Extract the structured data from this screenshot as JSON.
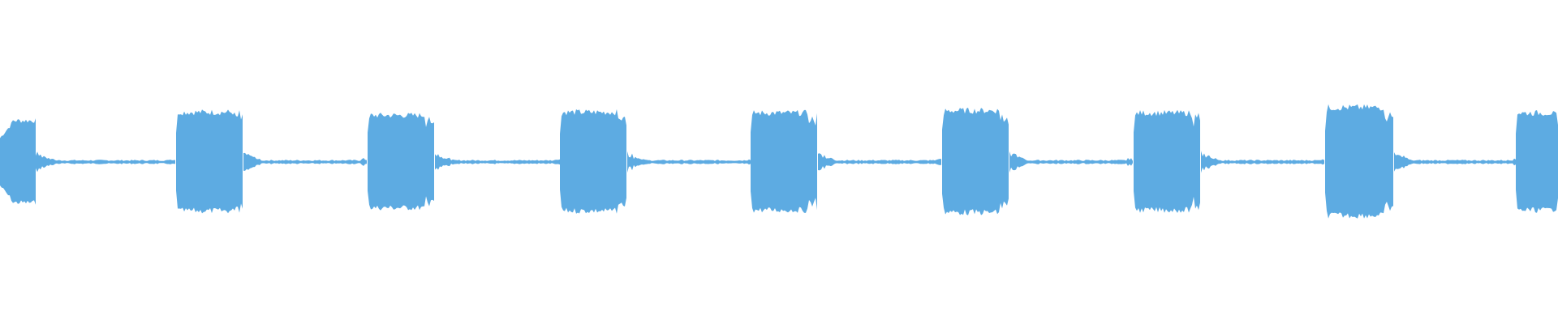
{
  "waveform": {
    "color": "#5dabe2",
    "background": "#ffffff",
    "segments": [
      {
        "type": "tail",
        "level": 0.56
      },
      {
        "type": "silence",
        "level": 0.02
      },
      {
        "type": "burst",
        "level": 0.64
      },
      {
        "type": "silence",
        "level": 0.02
      },
      {
        "type": "burst",
        "level": 0.6
      },
      {
        "type": "silence",
        "level": 0.02
      },
      {
        "type": "burst",
        "level": 0.64
      },
      {
        "type": "silence",
        "level": 0.02
      },
      {
        "type": "burst",
        "level": 0.63
      },
      {
        "type": "silence",
        "level": 0.02
      },
      {
        "type": "burst",
        "level": 0.66
      },
      {
        "type": "silence",
        "level": 0.02
      },
      {
        "type": "burst",
        "level": 0.63
      },
      {
        "type": "silence",
        "level": 0.02
      },
      {
        "type": "burst",
        "level": 0.7
      },
      {
        "type": "silence",
        "level": 0.02
      },
      {
        "type": "burst",
        "level": 0.63
      }
    ]
  }
}
